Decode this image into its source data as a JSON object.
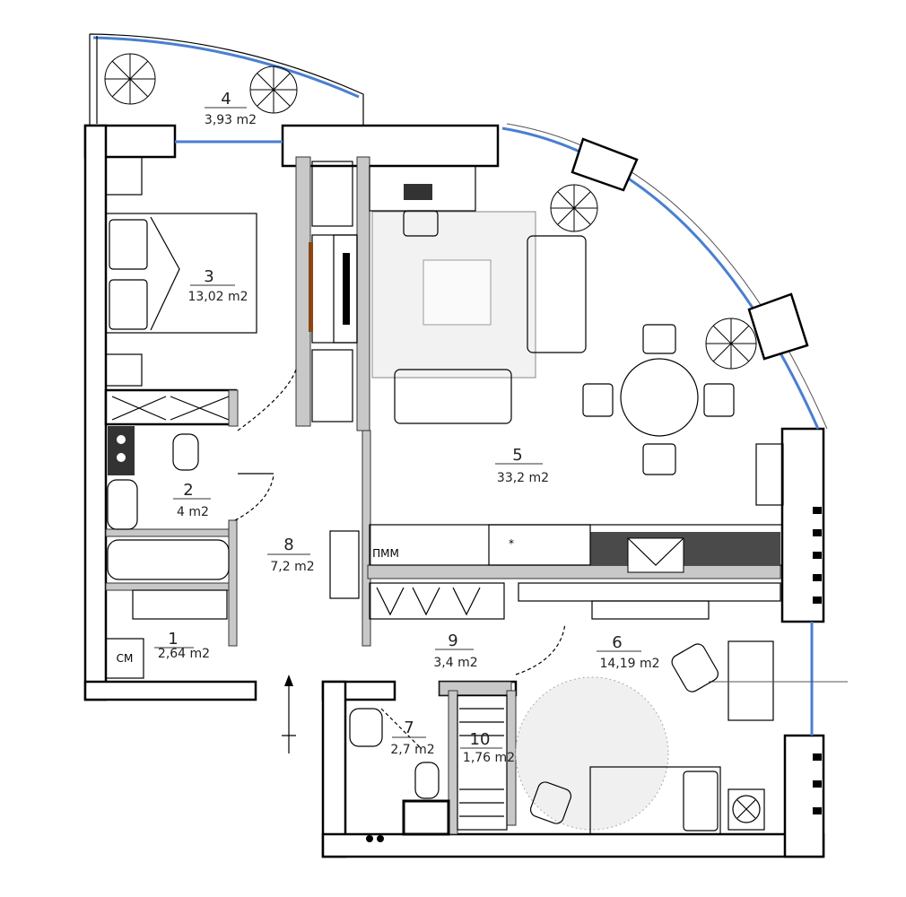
{
  "plan": {
    "rooms": [
      {
        "number": "1",
        "area": "2,64 m2"
      },
      {
        "number": "2",
        "area": "4 m2"
      },
      {
        "number": "3",
        "area": "13,02 m2"
      },
      {
        "number": "4",
        "area": "3,93 m2"
      },
      {
        "number": "5",
        "area": "33,2 m2"
      },
      {
        "number": "6",
        "area": "14,19 m2"
      },
      {
        "number": "7",
        "area": "2,7 m2"
      },
      {
        "number": "8",
        "area": "7,2 m2"
      },
      {
        "number": "9",
        "area": "3,4 m2"
      },
      {
        "number": "10",
        "area": "1,76 m2"
      }
    ],
    "labels": {
      "washer": "СМ",
      "dishwasher": "ПММ",
      "star": "*"
    },
    "colors": {
      "glass": "#4a7fd0",
      "inner_wall": "#c8c8c8",
      "counter": "#4a4a4a"
    }
  }
}
